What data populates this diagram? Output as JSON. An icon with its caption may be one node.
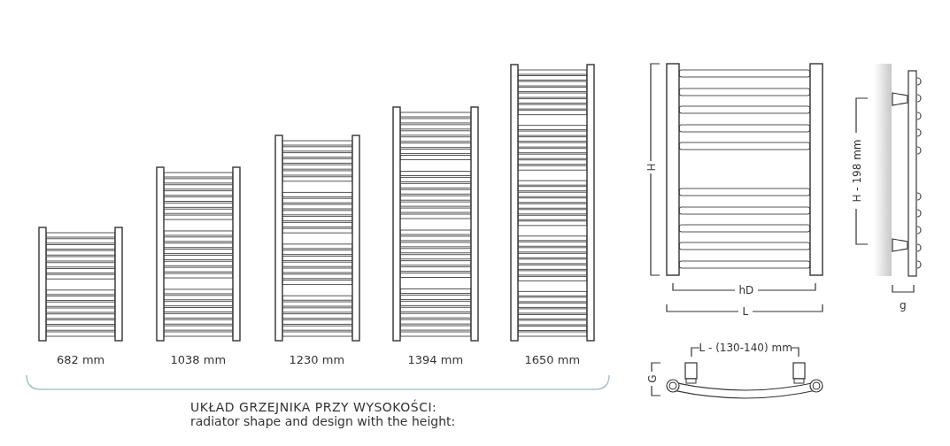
{
  "diagram": {
    "labels": [
      "682 mm",
      "1038 mm",
      "1230 mm",
      "1394 mm",
      "1650 mm",
      "H",
      "hD",
      "L",
      "H - 198 mm",
      "g",
      "L - (130-140) mm",
      "G",
      "UKŁAD GRZEJNIKA PRZY WYSOKOŚCI:",
      "radiator shape and design with the height:"
    ]
  }
}
